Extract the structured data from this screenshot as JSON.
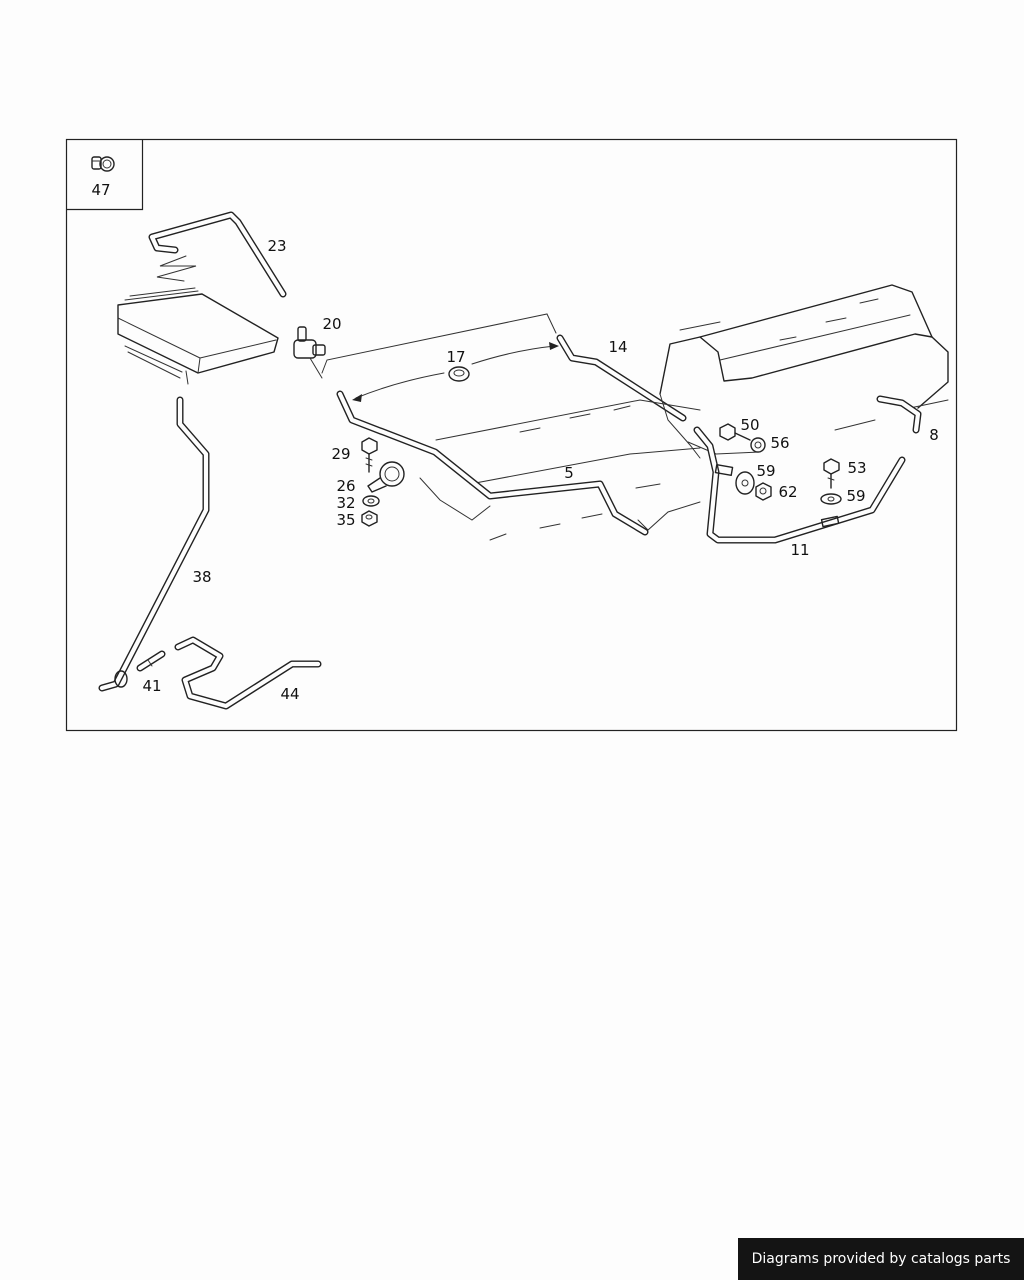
{
  "diagram": {
    "inset_label": "47",
    "parts": [
      {
        "id": "p23",
        "label": "23"
      },
      {
        "id": "p20",
        "label": "20"
      },
      {
        "id": "p17",
        "label": "17"
      },
      {
        "id": "p14",
        "label": "14"
      },
      {
        "id": "p29",
        "label": "29"
      },
      {
        "id": "p26",
        "label": "26"
      },
      {
        "id": "p32",
        "label": "32"
      },
      {
        "id": "p35",
        "label": "35"
      },
      {
        "id": "p5",
        "label": "5"
      },
      {
        "id": "p50",
        "label": "50"
      },
      {
        "id": "p56",
        "label": "56"
      },
      {
        "id": "p8",
        "label": "8"
      },
      {
        "id": "p59a",
        "label": "59"
      },
      {
        "id": "p53",
        "label": "53"
      },
      {
        "id": "p62",
        "label": "62"
      },
      {
        "id": "p59b",
        "label": "59"
      },
      {
        "id": "p11",
        "label": "11"
      },
      {
        "id": "p38",
        "label": "38"
      },
      {
        "id": "p41",
        "label": "41"
      },
      {
        "id": "p44",
        "label": "44"
      }
    ]
  },
  "credit": "Diagrams provided by catalogs parts"
}
